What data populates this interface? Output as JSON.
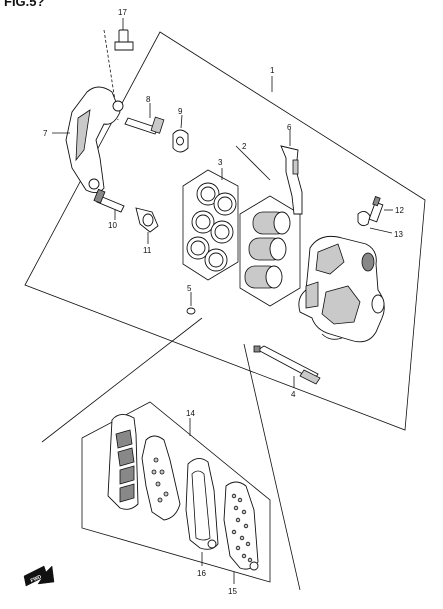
{
  "header": {
    "title": "FIG.5?"
  },
  "callouts": {
    "c1": "1",
    "c2": "2",
    "c3": "3",
    "c4": "4",
    "c5": "5",
    "c6": "6",
    "c7": "7",
    "c8": "8",
    "c9": "9",
    "c10": "10",
    "c11": "11",
    "c12": "12",
    "c13": "13",
    "c14": "14",
    "c15": "15",
    "c16": "16",
    "c17": "17"
  },
  "direction": {
    "label": "FWD"
  }
}
